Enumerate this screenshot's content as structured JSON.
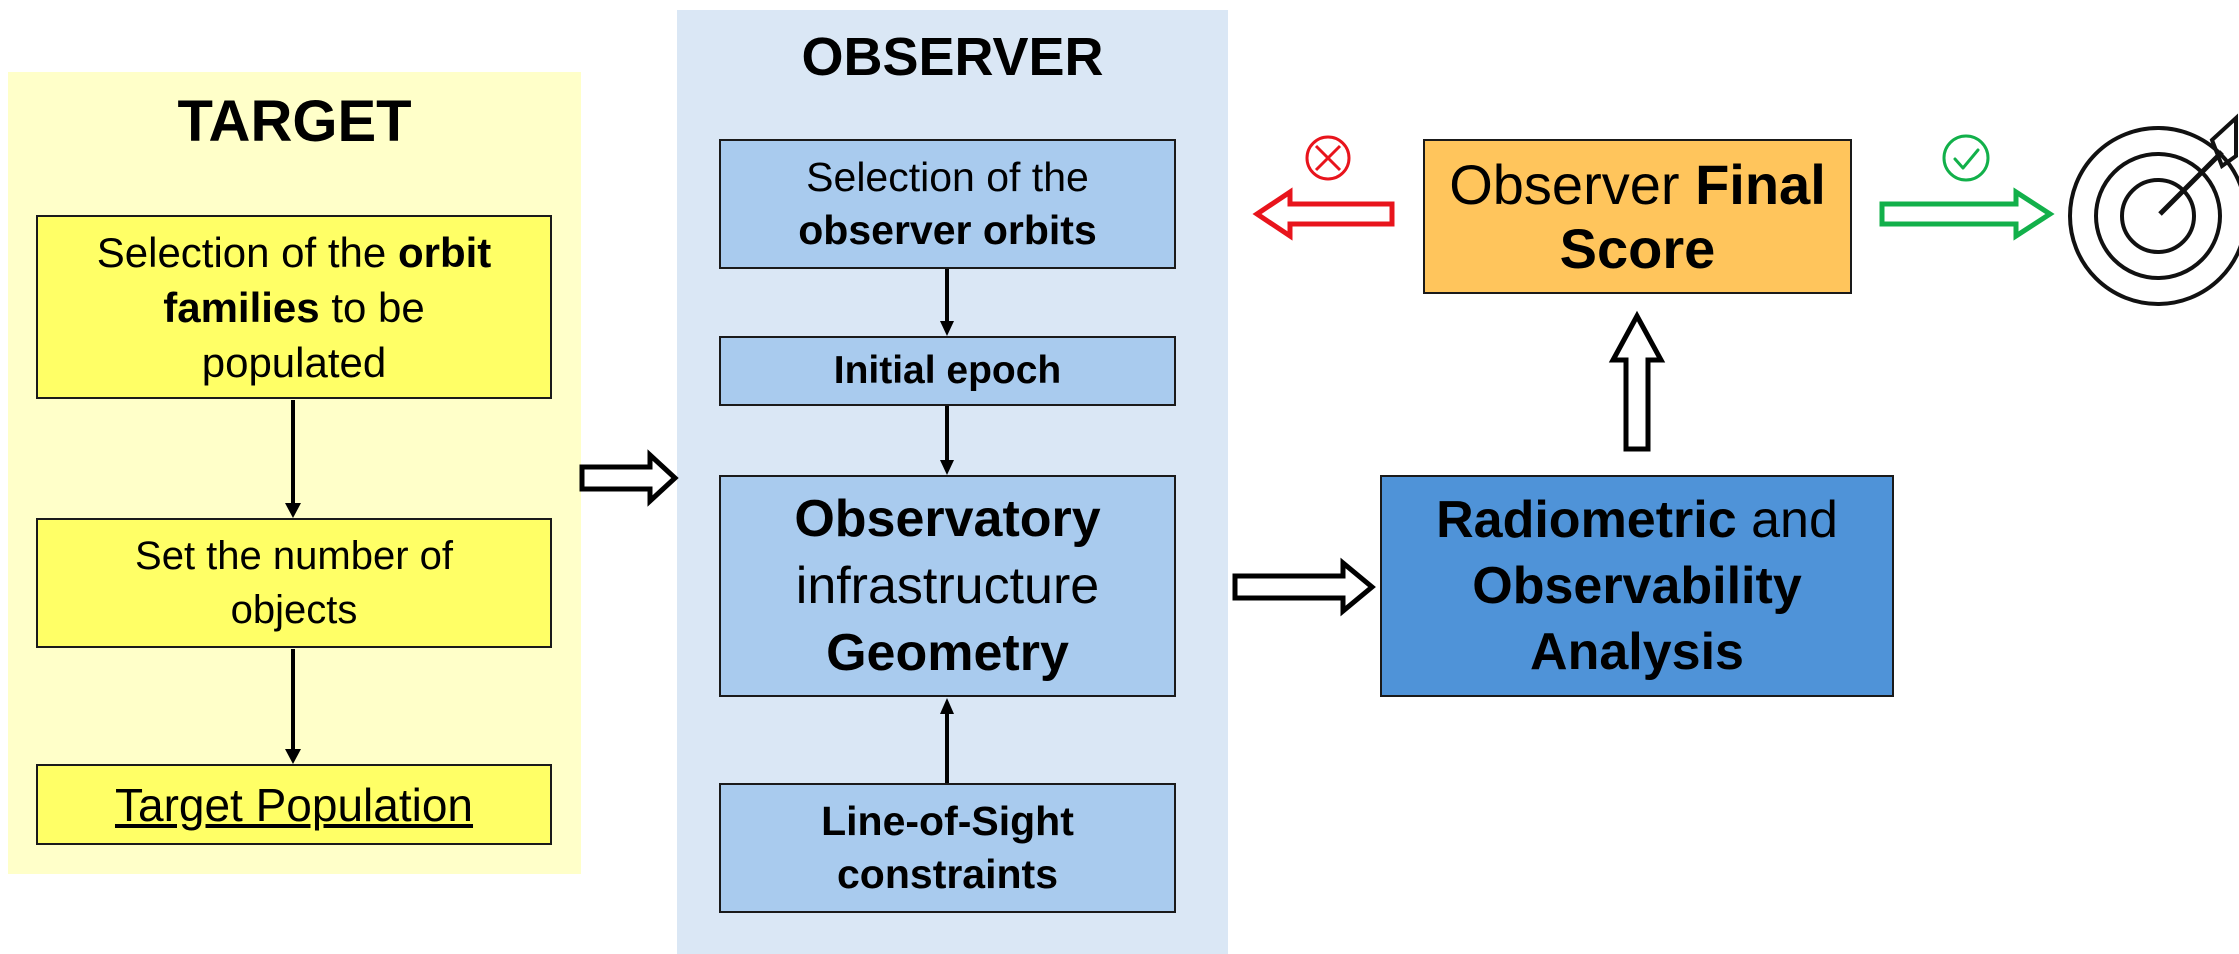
{
  "target": {
    "title": "TARGET",
    "box1": {
      "l1a": "Selection of the ",
      "l1b": "orbit",
      "l2a": "families",
      "l2b": " to be",
      "l3": "populated"
    },
    "box2": {
      "l1": "Set the number of",
      "l2": "objects"
    },
    "box3": {
      "text": "Target Population"
    }
  },
  "observer": {
    "title": "OBSERVER",
    "box1": {
      "l1": "Selection of the",
      "l2": "observer orbits"
    },
    "box2": {
      "text": "Initial epoch"
    },
    "box3": {
      "l1": "Observatory",
      "l2": "infrastructure",
      "l3": "Geometry"
    },
    "box4": {
      "l1": "Line-of-Sight",
      "l2": "constraints"
    }
  },
  "analysis": {
    "l1a": "Radiometric",
    "l1b": " and",
    "l2": "Observability",
    "l3": "Analysis"
  },
  "score": {
    "l1a": "Observer ",
    "l1b": "Final",
    "l2": "Score"
  },
  "colors": {
    "target_panel": "#ffffc9",
    "target_box": "#ffff66",
    "observer_panel": "#dae7f5",
    "observer_box": "#a9cbee",
    "analysis_box": "#4f93d8",
    "score_box": "#ffc55c",
    "reject_arrow": "#e8141c",
    "accept_arrow": "#12b04a"
  },
  "icons": [
    "reject-x-icon",
    "accept-check-icon",
    "target-bullseye-icon"
  ]
}
